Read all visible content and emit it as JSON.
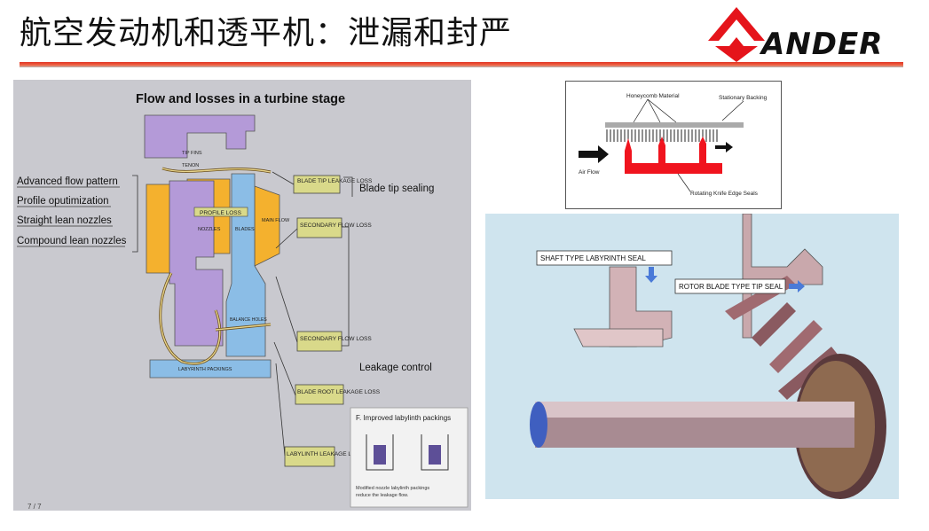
{
  "title": "航空发动机和透平机：泄漏和封严",
  "logo": {
    "text": "ANDER",
    "colors": {
      "red": "#e5141b",
      "black": "#111111"
    }
  },
  "left_figure": {
    "heading": "Flow and losses in a turbine stage",
    "left_labels": [
      "Advanced flow pattern",
      "Profile oputimization",
      "Straight lean nozzles",
      "Compound lean nozzles"
    ],
    "inner_labels": {
      "tip_fins": "TIP FINS",
      "tenon": "TENON",
      "profile_loss": "PROFILE LOSS",
      "nozzles": "NOZZLES",
      "blades": "BLADES",
      "main_flow": "MAIN FLOW",
      "balance_holes": "BALANCE HOLES",
      "labyrinth_packings": "LABYRINTH PACKINGS"
    },
    "loss_boxes": [
      "BLADE TIP LEAKAGE LOSS",
      "SECONDARY FLOW LOSS",
      "SECONDARY FLOW LOSS",
      "BLADE ROOT LEAKAGE LOSS",
      "LABYLINTH LEAKAGE LOSS"
    ],
    "right_labels": {
      "tip": "Blade tip sealing",
      "leak": "Leakage control"
    },
    "inset": {
      "title": "F. Improved labylinth packings",
      "caption1": "Modified nozzle labylinth packings",
      "caption2": "reduce the leakage flow."
    },
    "corner": "7 / 7"
  },
  "top_figure": {
    "honeycomb": "Honeycomb Material",
    "backing": "Stationary Backing",
    "air_flow": "Air Flow",
    "knife": "Rotating Knife Edge Seals"
  },
  "right_figure": {
    "shaft_label": "SHAFT TYPE LABYRINTH SEAL",
    "rotor_label": "ROTOR BLADE TYPE TIP SEAL"
  }
}
